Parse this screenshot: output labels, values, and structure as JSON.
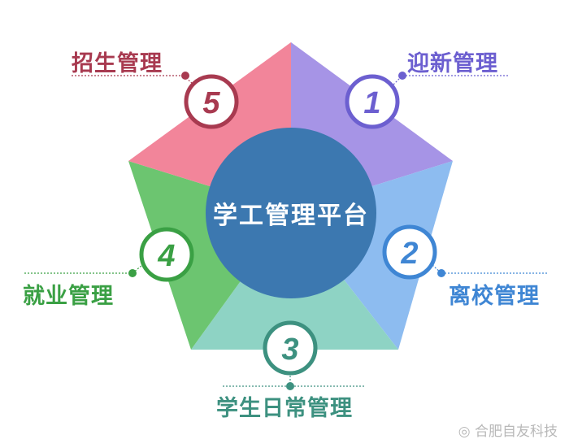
{
  "center": {
    "title": "学工管理平台",
    "color": "#3c78b0"
  },
  "segments": [
    {
      "number": "1",
      "label": "迎新管理",
      "color": "#6c5fd0",
      "fill": "#a694e6"
    },
    {
      "number": "2",
      "label": "离校管理",
      "color": "#3f86d4",
      "fill": "#8dbcf0"
    },
    {
      "number": "3",
      "label": "学生日常管理",
      "color": "#3d9180",
      "fill": "#8ed3c4"
    },
    {
      "number": "4",
      "label": "就业管理",
      "color": "#3aa044",
      "fill": "#6cc570"
    },
    {
      "number": "5",
      "label": "招生管理",
      "color": "#a83a50",
      "fill": "#f2859a"
    }
  ],
  "watermark": {
    "icon": "weibo-icon",
    "text": "合肥自友科技"
  }
}
